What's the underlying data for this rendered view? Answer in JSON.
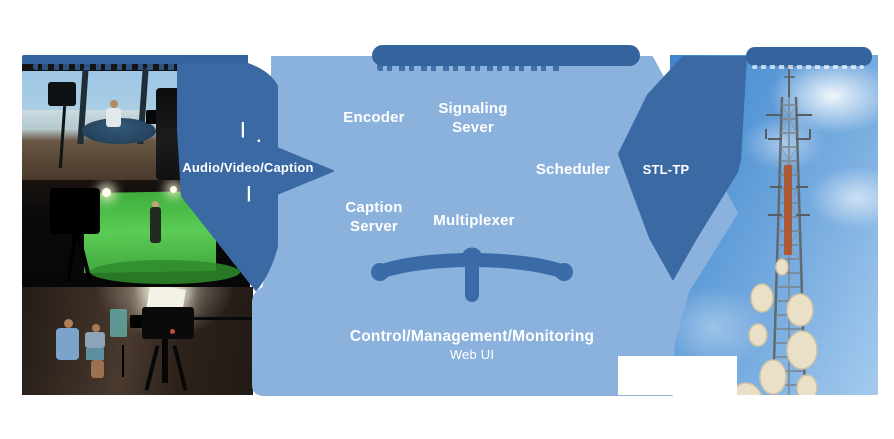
{
  "palette": {
    "title_bar_blue": "#33649D",
    "arrow_blue": "#3A69A4",
    "panel_blue": "#8BB1DD",
    "connector_blue": "#3A6BA8",
    "text_white": "#FFFFFF"
  },
  "source": {
    "flow_label": "Audio/Video/Caption",
    "mark_top": "|",
    "mark_dot": ".",
    "mark_bottom": "|"
  },
  "broadcast_system": {
    "encoder": "Encoder",
    "signaling_server_line1": "Signaling",
    "signaling_server_line2": "Sever",
    "scheduler": "Scheduler",
    "caption_server_line1": "Caption",
    "caption_server_line2": "Server",
    "multiplexer": "Multiplexer",
    "control_label": "Control/Management/Monitoring",
    "control_sub_label": "Web UI"
  },
  "transmission": {
    "flow_label": "STL-TP"
  }
}
